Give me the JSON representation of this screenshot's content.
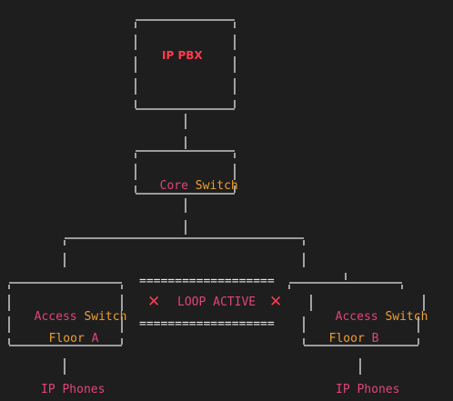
{
  "pbx": {
    "label": "IP PBX"
  },
  "core": {
    "word1": "Core",
    "word2": "Switch"
  },
  "access_left": {
    "word1": "Access",
    "word2": "Switch",
    "floor": "Floor",
    "floor_id": "A"
  },
  "access_right": {
    "word1": "Access",
    "word2": "Switch",
    "floor": "Floor",
    "floor_id": "B"
  },
  "loop": {
    "line_top": "===================",
    "line_bottom": "===================",
    "left_mark": "✕",
    "text": "LOOP ACTIVE",
    "right_mark": "✕"
  },
  "phones_left": "IP Phones",
  "phones_right": "IP Phones",
  "colors": {
    "line": "#e8e8e8",
    "pink": "#e0457b",
    "orange": "#f0a030",
    "red": "#ff3b4e",
    "background": "#1e1e1e"
  }
}
